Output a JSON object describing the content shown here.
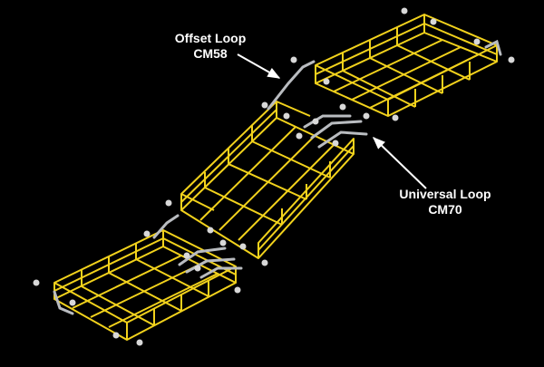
{
  "labels": {
    "offset_loop": {
      "name": "Offset Loop",
      "code": "CM58"
    },
    "universal_loop": {
      "name": "Universal Loop",
      "code": "CM70"
    }
  },
  "colors": {
    "background": "#000000",
    "wire_tray": "#f2d21c",
    "connector_loop": "#b9bcc0",
    "bolt": "#d8d8d8",
    "callout": "#ffffff"
  }
}
